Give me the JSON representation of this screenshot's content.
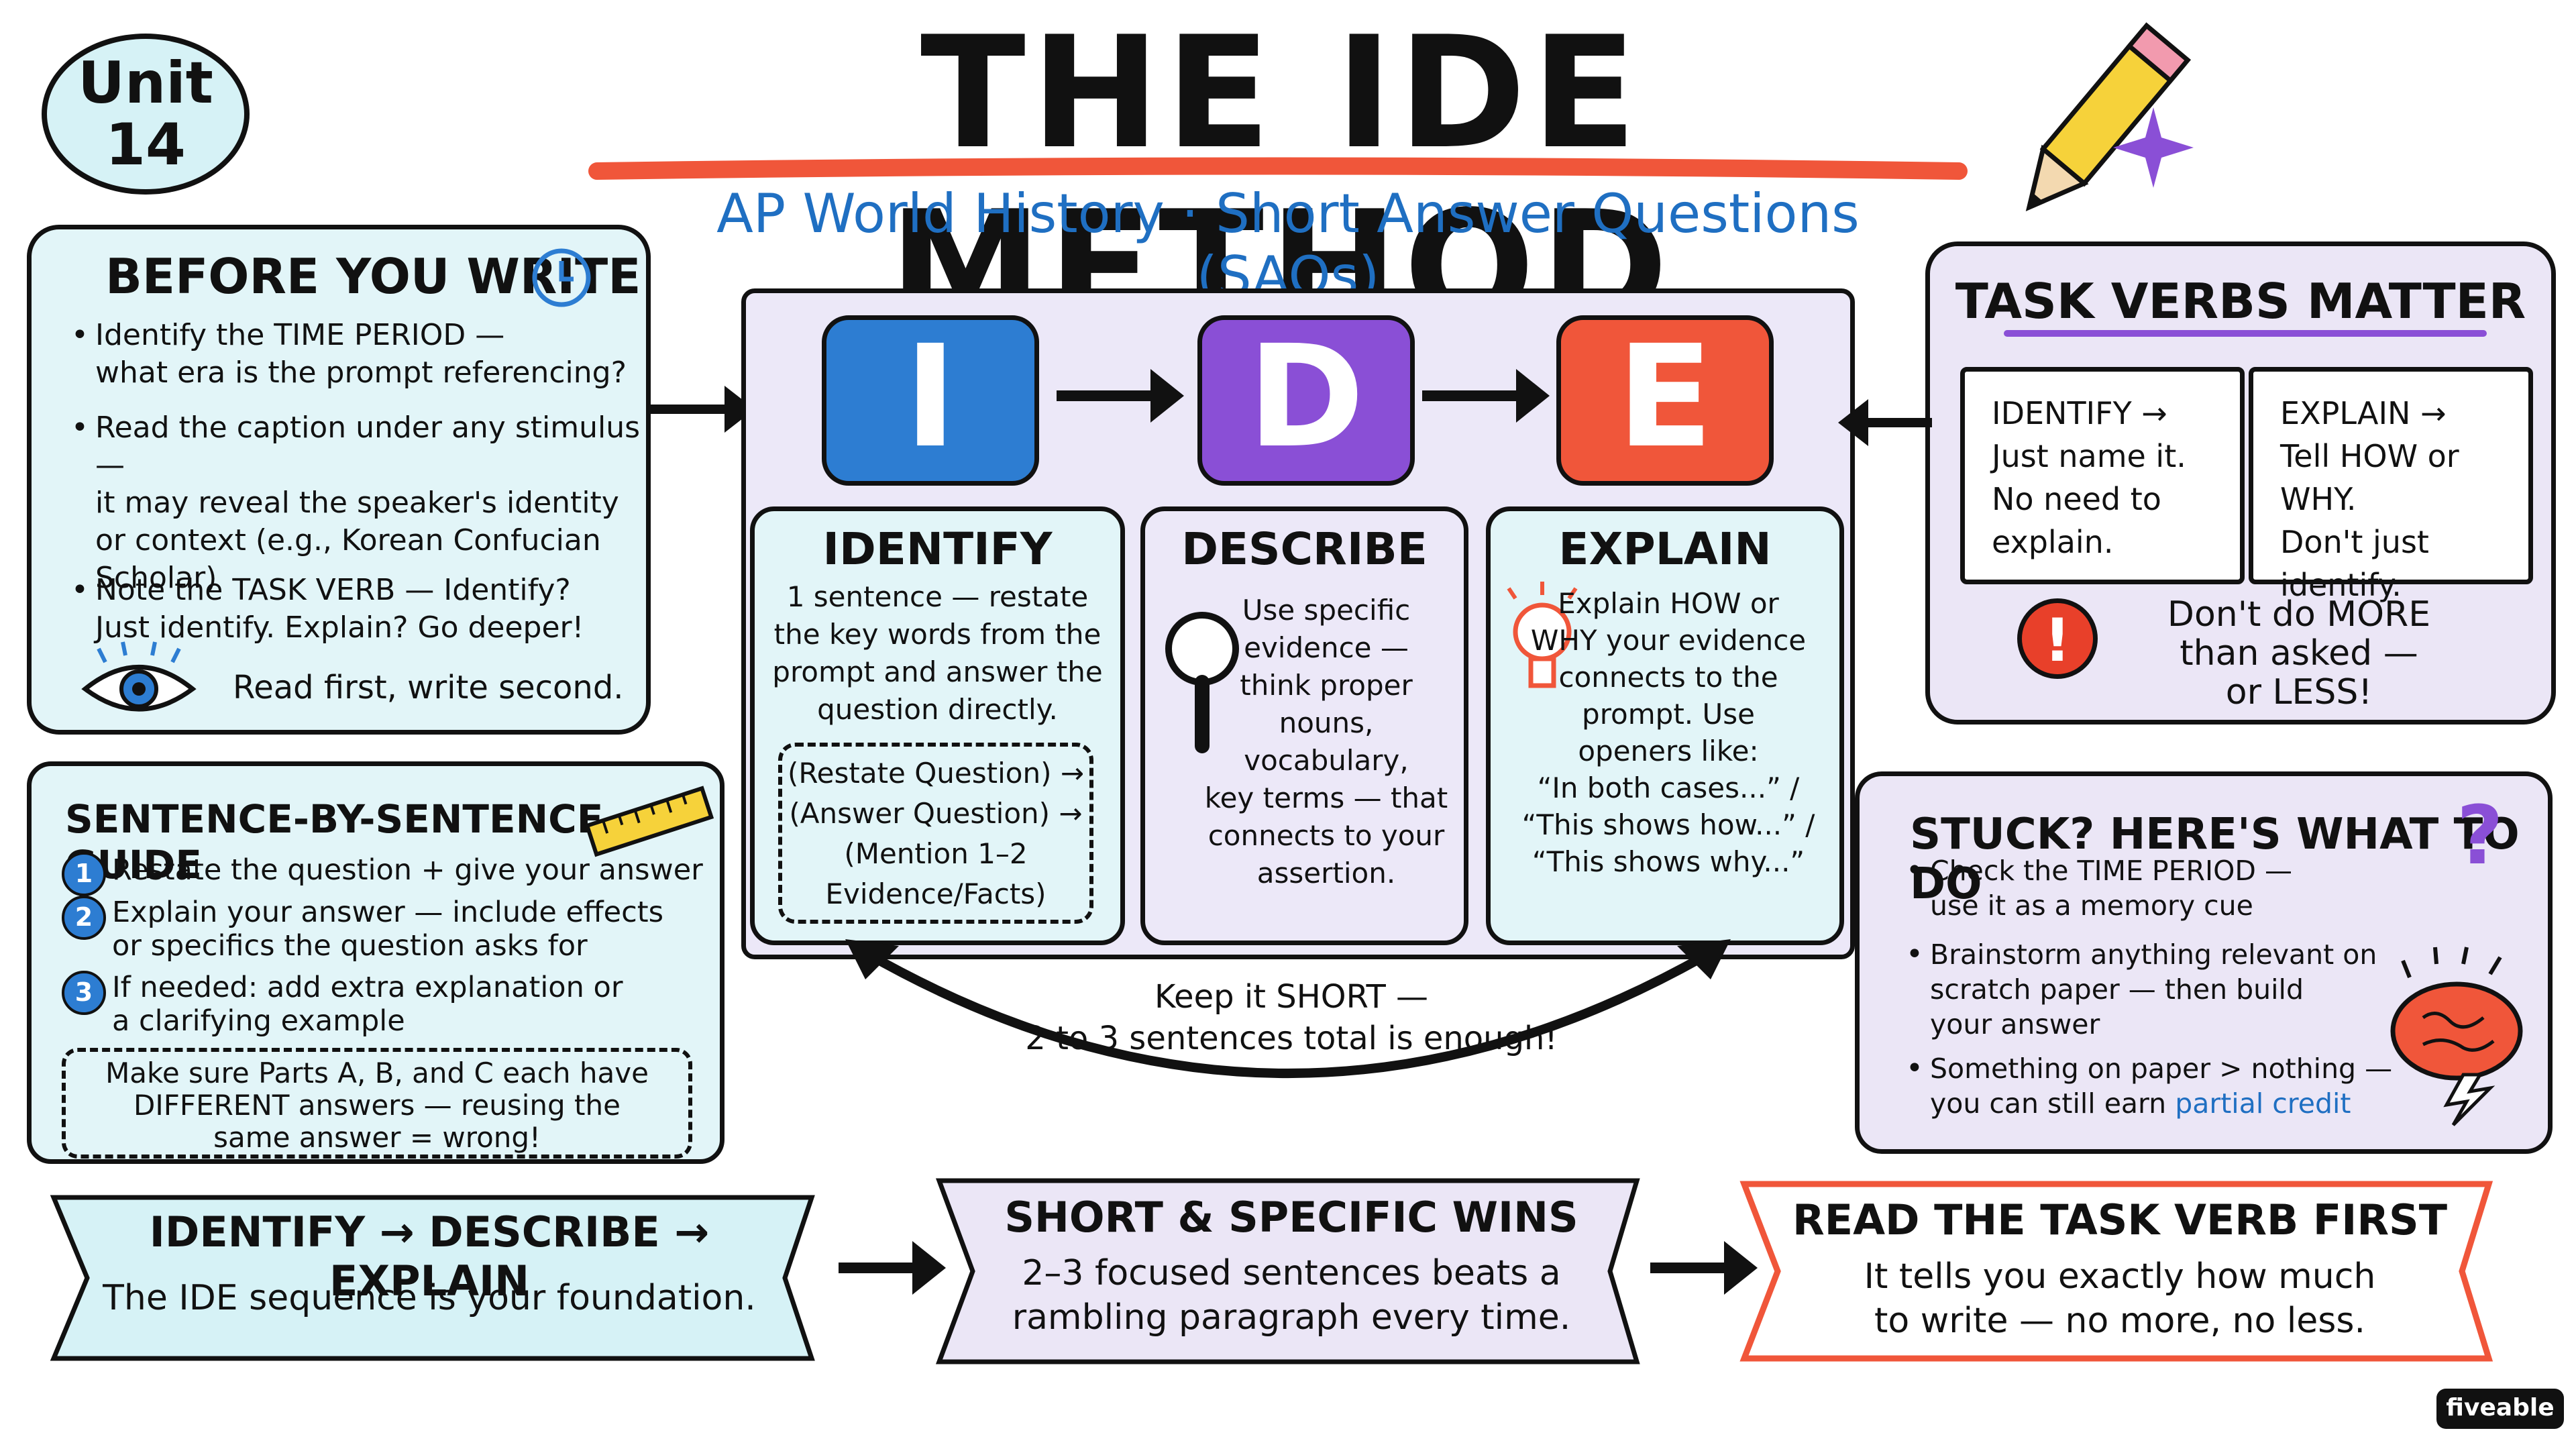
{
  "unit": {
    "line1": "Unit",
    "line2": "14"
  },
  "title": "THE IDE METHOD",
  "subtitle": "AP World History · Short Answer Questions (SAQs)",
  "before": {
    "heading": "BEFORE YOU WRITE",
    "b1": [
      "Identify the TIME PERIOD —",
      "what era is the prompt referencing?"
    ],
    "b2": [
      "Read the caption under any stimulus —",
      "it may reveal the speaker's identity",
      "or context (e.g., Korean Confucian",
      "Scholar)"
    ],
    "b3": [
      "Note the TASK VERB — Identify?",
      "Just identify. Explain? Go deeper!"
    ],
    "footer": "Read first, write second."
  },
  "ide": {
    "letters": [
      "I",
      "D",
      "E"
    ],
    "colors": {
      "I": "#2d7dd2",
      "D": "#8a4fd6",
      "E": "#f0563a"
    },
    "identify": {
      "title": "IDENTIFY",
      "text": [
        "1 sentence — restate",
        "the key words from the",
        "prompt and answer the",
        "question directly."
      ],
      "steps": [
        "(Restate Question) →",
        "(Answer Question) →",
        "(Mention 1–2",
        "Evidence/Facts)"
      ]
    },
    "describe": {
      "title": "DESCRIBE",
      "text": [
        "Use specific",
        "evidence —",
        "think proper",
        "nouns, vocabulary,",
        "key terms — that",
        "connects to your",
        "assertion."
      ]
    },
    "explain": {
      "title": "EXPLAIN",
      "text": [
        "Explain HOW or",
        "WHY your evidence",
        "connects to the",
        "prompt. Use",
        "openers like:",
        "“In both cases...” /",
        "“This shows how...” /",
        "“This shows why...”"
      ]
    },
    "keep": [
      "Keep it SHORT —",
      "2 to 3 sentences total is enough!"
    ]
  },
  "task": {
    "heading": "TASK VERBS MATTER",
    "identify": [
      "IDENTIFY →",
      "Just name it.",
      "No need to",
      "explain."
    ],
    "explain": [
      "EXPLAIN →",
      "Tell HOW or WHY.",
      "Don't just",
      "identify."
    ],
    "warning": [
      "Don't do MORE",
      "than asked —",
      "or LESS!"
    ]
  },
  "guide": {
    "heading": "SENTENCE-BY-SENTENCE GUIDE",
    "s1": [
      "Restate the question + give your answer"
    ],
    "s2": [
      "Explain your answer — include effects",
      "or specifics the question asks for"
    ],
    "s3": [
      "If needed: add extra explanation or",
      "a clarifying example"
    ],
    "note": [
      "Make sure Parts A, B, and C each have",
      "DIFFERENT answers — reusing the",
      "same answer = wrong!"
    ]
  },
  "stuck": {
    "heading": "STUCK? HERE'S WHAT TO DO",
    "b1": [
      "Check the TIME PERIOD —",
      "use it as a memory cue"
    ],
    "b2": [
      "Brainstorm anything relevant on",
      "scratch paper — then build",
      "your answer"
    ],
    "b3a": "Something on paper > nothing —",
    "b3b": "you can still earn",
    "b3c": "partial credit"
  },
  "bottom": {
    "r1": {
      "title": "IDENTIFY → DESCRIBE → EXPLAIN",
      "text": "The IDE sequence is your foundation."
    },
    "r2": {
      "title": "SHORT & SPECIFIC WINS",
      "text": [
        "2–3 focused sentences beats a",
        "rambling paragraph every time."
      ]
    },
    "r3": {
      "title": "READ THE TASK VERB FIRST",
      "text": [
        "It tells you exactly how much",
        "to write — no more, no less."
      ]
    }
  },
  "brand": "fiveable"
}
